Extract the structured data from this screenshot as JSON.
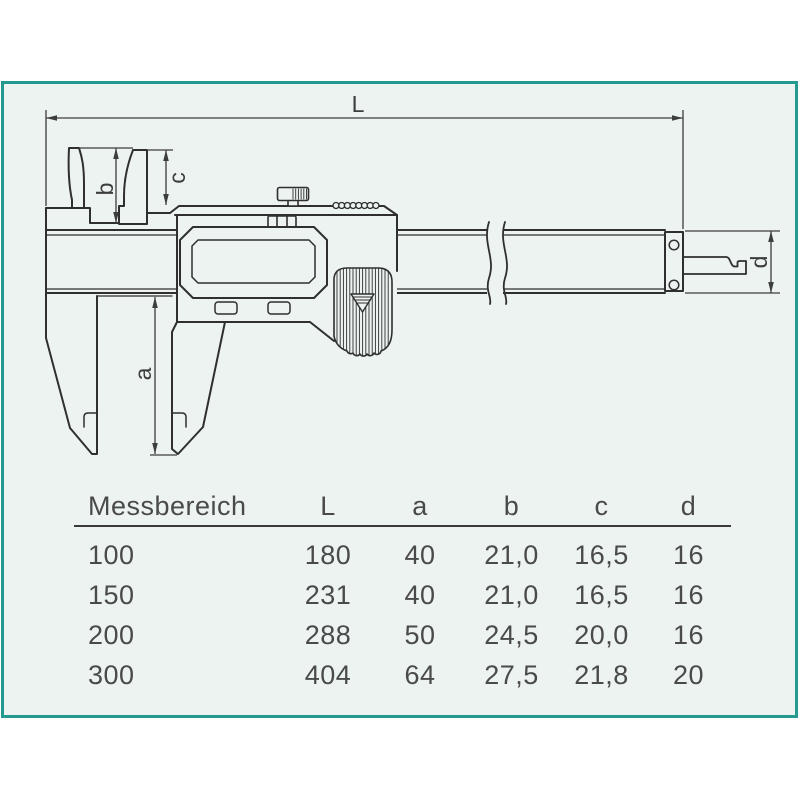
{
  "diagram": {
    "labels": {
      "L": "L",
      "a": "a",
      "b": "b",
      "c": "c",
      "d": "d"
    }
  },
  "table": {
    "columns": [
      "Messbereich",
      "L",
      "a",
      "b",
      "c",
      "d"
    ],
    "rows": [
      [
        "100",
        "180",
        "40",
        "21,0",
        "16,5",
        "16"
      ],
      [
        "150",
        "231",
        "40",
        "21,0",
        "16,5",
        "16"
      ],
      [
        "200",
        "288",
        "50",
        "24,5",
        "20,0",
        "16"
      ],
      [
        "300",
        "404",
        "64",
        "27,5",
        "21,8",
        "20"
      ]
    ]
  },
  "colors": {
    "frame_border": "#23998f",
    "panel_background": "#ecf3f1",
    "line": "#2f2f2f",
    "dimension": "#3d3d3d",
    "text": "#4a4a4a"
  }
}
